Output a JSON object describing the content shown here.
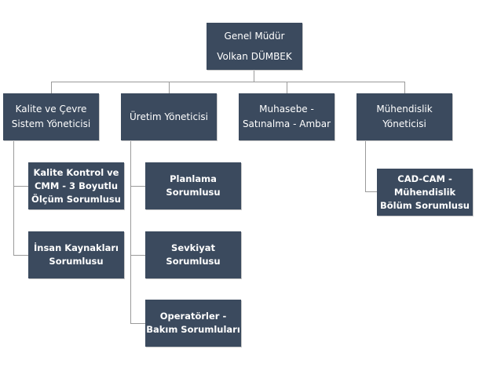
{
  "chart": {
    "root": {
      "title": "Genel Müdür",
      "name": "Volkan DÜMBEK"
    },
    "departments": [
      {
        "label": "Kalite ve Çevre\nSistem Yöneticisi",
        "children": [
          {
            "label": "Kalite Kontrol ve\nCMM  - 3 Boyutlu\nÖlçüm Sorumlusu"
          },
          {
            "label": "İnsan Kaynakları\nSorumlusu"
          }
        ]
      },
      {
        "label": "Üretim Yöneticisi",
        "children": [
          {
            "label": "Planlama\nSorumlusu"
          },
          {
            "label": "Sevkiyat\nSorumlusu"
          },
          {
            "label": "Operatörler -\nBakım Sorumluları"
          }
        ]
      },
      {
        "label": "Muhasebe -\nSatınalma - Ambar",
        "children": []
      },
      {
        "label": "Mühendislik\nYöneticisi",
        "children": [
          {
            "label": "CAD-CAM -\nMühendislik\nBölüm Sorumlusu"
          }
        ]
      }
    ]
  }
}
